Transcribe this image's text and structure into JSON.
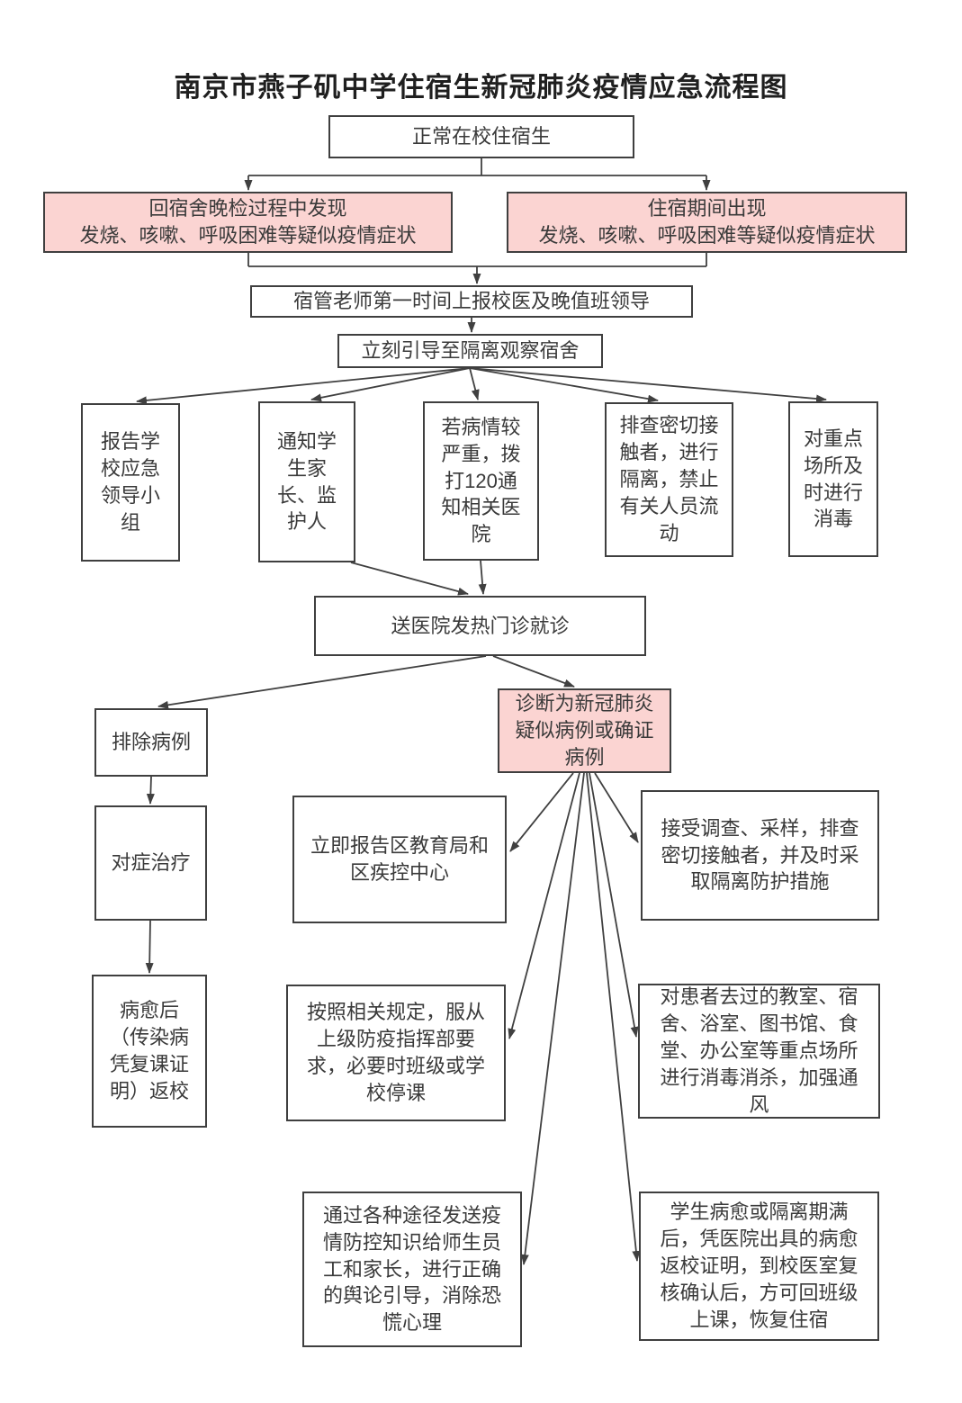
{
  "title": "南京市燕子矶中学住宿生新冠肺炎疫情应急流程图",
  "colors": {
    "pink_fill": "#fbd4d2",
    "box_border": "#3f3f3f",
    "line": "#404040",
    "text": "#3a3a3a"
  },
  "nodes": {
    "normal_student": "正常在校住宿生",
    "night_check": "回宿舍晚检过程中发现\n发烧、咳嗽、呼吸困难等疑似疫情症状",
    "during_stay": "住宿期间出现\n发烧、咳嗽、呼吸困难等疑似疫情症状",
    "report_teacher": "宿管老师第一时间上报校医及晚值班领导",
    "isolate_dorm": "立刻引导至隔离观察宿舍",
    "report_group": "报告学\n校应急\n领导小\n组",
    "notify_parents": "通知学\n生家\n长、监\n护人",
    "call_120": "若病情较\n严重，拨\n打120通\n知相关医\n院",
    "check_contacts": "排查密切接\n触者，进行\n隔离，禁止\n有关人员流\n动",
    "disinfect_key": "对重点\n场所及\n时进行\n消毒",
    "fever_clinic": "送医院发热门诊就诊",
    "excluded": "排除病例",
    "diagnosed": "诊断为新冠肺炎\n疑似病例或确证\n病例",
    "symptomatic": "对症治疗",
    "report_bureau": "立即报告区教育局和\n区疾控中心",
    "accept_investigation": "接受调查、采样，排查\n密切接触者，并及时采\n取隔离防护措施",
    "recovered_return": "病愈后\n（传染病\n凭复课证\n明）返校",
    "follow_rules": "按照相关规定，服从\n上级防疫指挥部要\n求，必要时班级或学\n校停课",
    "disinfect_places": "对患者去过的教室、宿\n舍、浴室、图书馆、食\n堂、办公室等重点场所\n进行消毒消杀，加强通\n风",
    "publicity": "通过各种途径发送疫\n情防控知识给师生员\n工和家长，进行正确\n的舆论引导，消除恐\n慌心理",
    "return_school": "学生病愈或隔离期满\n后，凭医院出具的病愈\n返校证明，到校医室复\n核确认后，方可回班级\n上课，恢复住宿"
  }
}
